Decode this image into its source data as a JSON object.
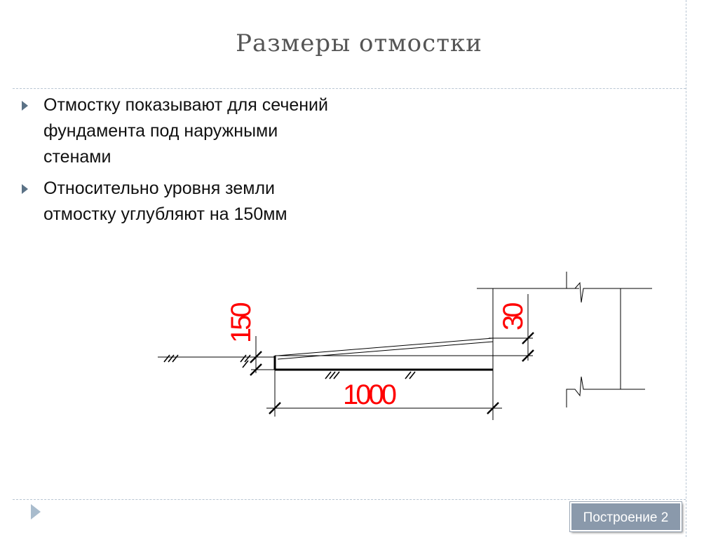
{
  "slide": {
    "title": "Размеры отмостки",
    "bullets": [
      "Отмостку показывают для сечений фундамента под наружными стенами",
      "Относительно уровня земли отмостку углубляют на 150мм"
    ],
    "action_button": "Построение 2"
  },
  "drawing": {
    "dimensions": {
      "depth_label": "150",
      "slope_label": "30",
      "width_label": "1000"
    },
    "colors": {
      "dimension_red": "#ff0000",
      "line": "#000000",
      "accent": "#5b7286"
    }
  }
}
